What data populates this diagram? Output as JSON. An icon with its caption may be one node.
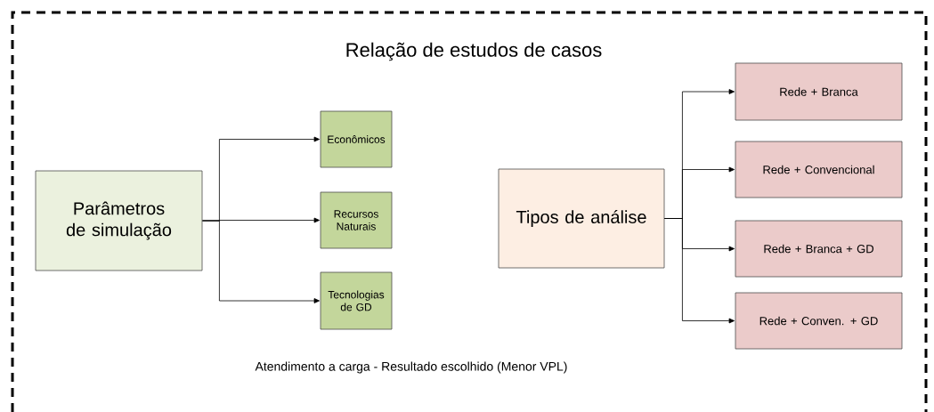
{
  "diagram": {
    "title": "Relação de estudos de casos",
    "caption": "Atendimento a carga - Resultado escolhido (Menor VPL)",
    "nodes": [
      {
        "text": [
          "Parâmetros de simulação"
        ]
      },
      {
        "text": [
          "Econômicos"
        ]
      },
      {
        "text": [
          "Recursos Naturais"
        ]
      },
      {
        "text": [
          "Tecnologias de GD"
        ]
      },
      {
        "text": [
          "Tipos de análise"
        ]
      },
      {
        "text": [
          "Rede + Branca"
        ]
      },
      {
        "text": [
          "Rede + Convencional"
        ]
      },
      {
        "text": [
          "Rede + Branca + GD"
        ]
      },
      {
        "text": [
          "Rede + Conven. + GD"
        ]
      }
    ],
    "edges": [
      {
        "from": 0,
        "to": 1,
        "arrow": "to"
      },
      {
        "from": 0,
        "to": 2,
        "arrow": "to"
      },
      {
        "from": 0,
        "to": 3,
        "arrow": "to"
      },
      {
        "from": 4,
        "to": 5,
        "arrow": "to"
      },
      {
        "from": 4,
        "to": 6,
        "arrow": "to"
      },
      {
        "from": 4,
        "to": 7,
        "arrow": "to"
      },
      {
        "from": 4,
        "to": 8,
        "arrow": "to"
      }
    ]
  }
}
